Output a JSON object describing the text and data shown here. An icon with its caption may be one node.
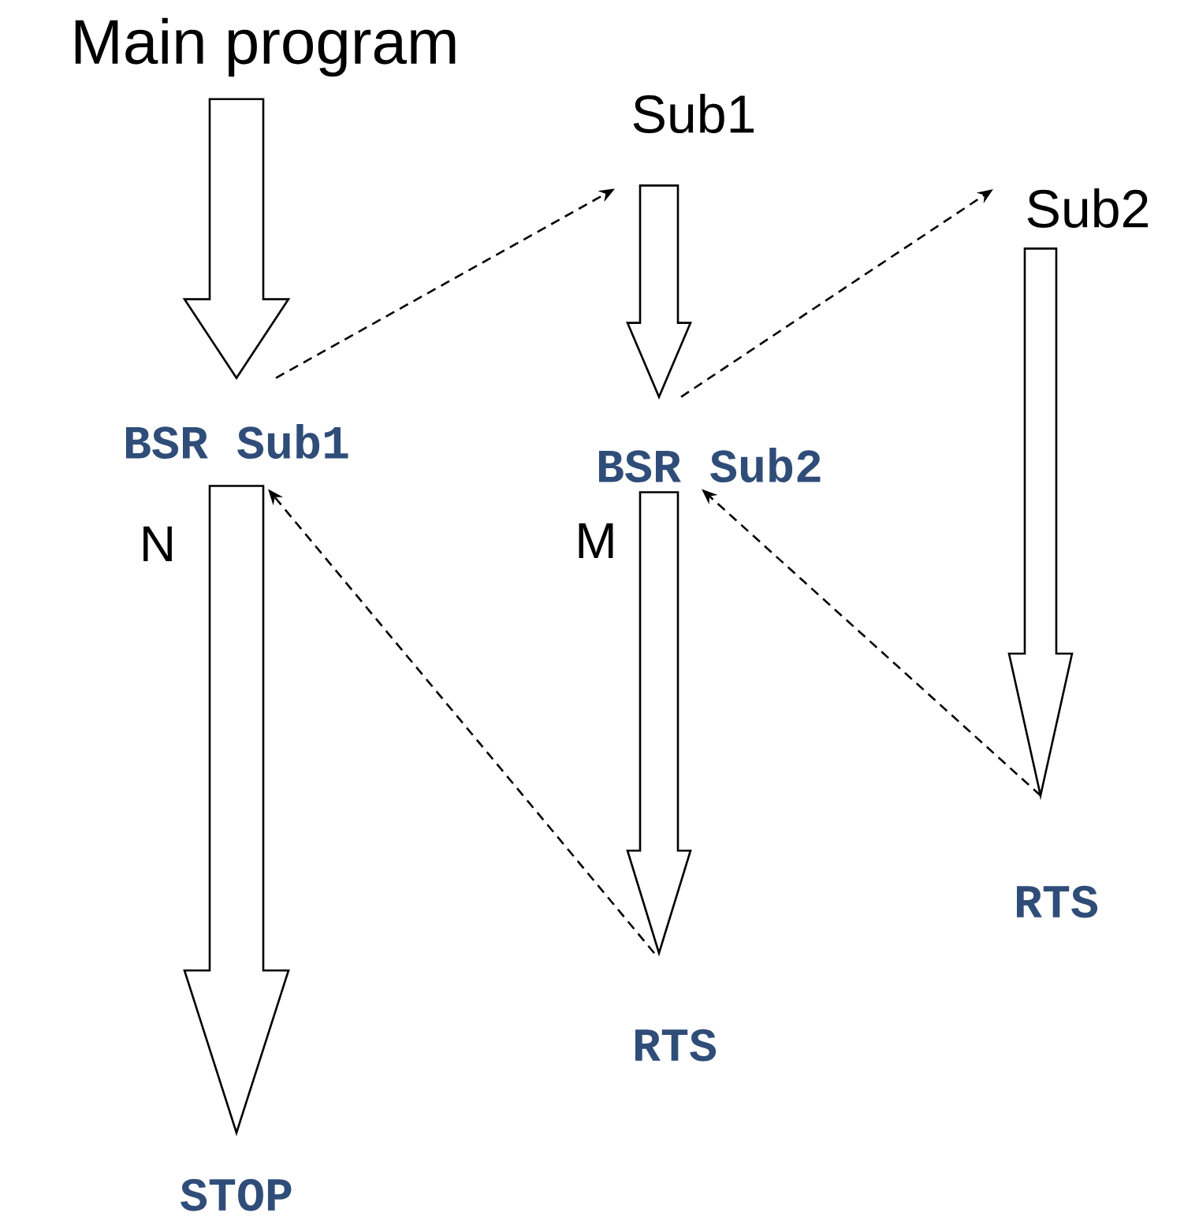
{
  "diagram": {
    "nodes": [
      {
        "text": [
          "Main program"
        ]
      },
      {
        "text": [
          "Sub1"
        ]
      },
      {
        "text": [
          "Sub2"
        ]
      },
      {
        "text": [
          "BSR Sub1"
        ]
      },
      {
        "text": [
          "BSR Sub2"
        ]
      },
      {
        "text": [
          "RTS"
        ]
      },
      {
        "text": [
          "RTS"
        ]
      },
      {
        "text": [
          "STOP"
        ]
      }
    ],
    "edges": [
      {
        "from": 0,
        "to": 3,
        "arrow": "to",
        "style": "thick"
      },
      {
        "from": 3,
        "to": 7,
        "arrow": "to",
        "style": "thick"
      },
      {
        "from": 1,
        "to": 4,
        "arrow": "to",
        "style": "thick"
      },
      {
        "from": 4,
        "to": 5,
        "arrow": "to",
        "style": "thick"
      },
      {
        "from": 2,
        "to": 6,
        "arrow": "to",
        "style": "thick"
      },
      {
        "from": 3,
        "to": 1,
        "arrow": "to",
        "style": "dashed"
      },
      {
        "from": 4,
        "to": 2,
        "arrow": "to",
        "style": "dashed"
      },
      {
        "from": 5,
        "to": 3,
        "arrow": "to",
        "style": "dashed"
      },
      {
        "from": 6,
        "to": 4,
        "arrow": "to",
        "style": "dashed"
      }
    ],
    "labels": [
      "N",
      "M"
    ]
  }
}
